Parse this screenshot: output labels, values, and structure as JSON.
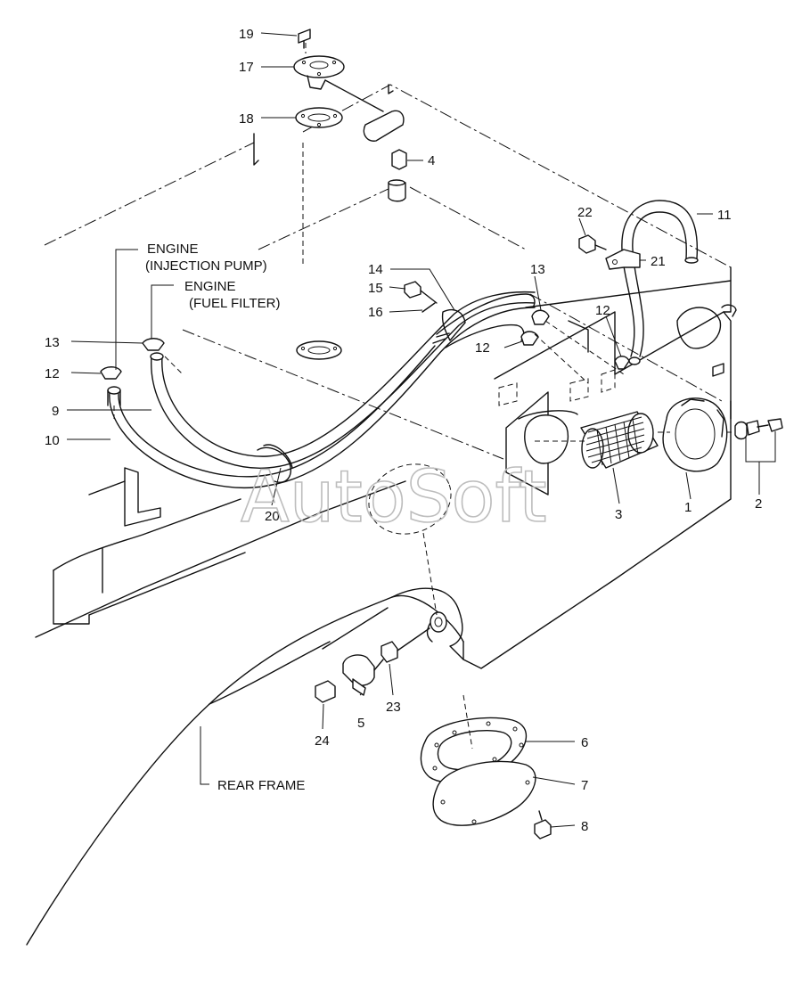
{
  "callouts": {
    "p1": "1",
    "p2": "2",
    "p3": "3",
    "p4": "4",
    "p5": "5",
    "p6": "6",
    "p7": "7",
    "p8": "8",
    "p9": "9",
    "p10": "10",
    "p11": "11",
    "p12a": "12",
    "p12b": "12",
    "p12c": "12",
    "p13a": "13",
    "p13b": "13",
    "p14": "14",
    "p15": "15",
    "p16": "16",
    "p17": "17",
    "p18": "18",
    "p19": "19",
    "p20": "20",
    "p21": "21",
    "p22": "22",
    "p23": "23",
    "p24": "24"
  },
  "labels": {
    "engine_injection_line1": "ENGINE",
    "engine_injection_line2": "(INJECTION PUMP)",
    "engine_filter_line1": "ENGINE",
    "engine_filter_line2": "(FUEL FILTER)",
    "rear_frame": "REAR FRAME"
  },
  "watermark": "AutoSoft"
}
